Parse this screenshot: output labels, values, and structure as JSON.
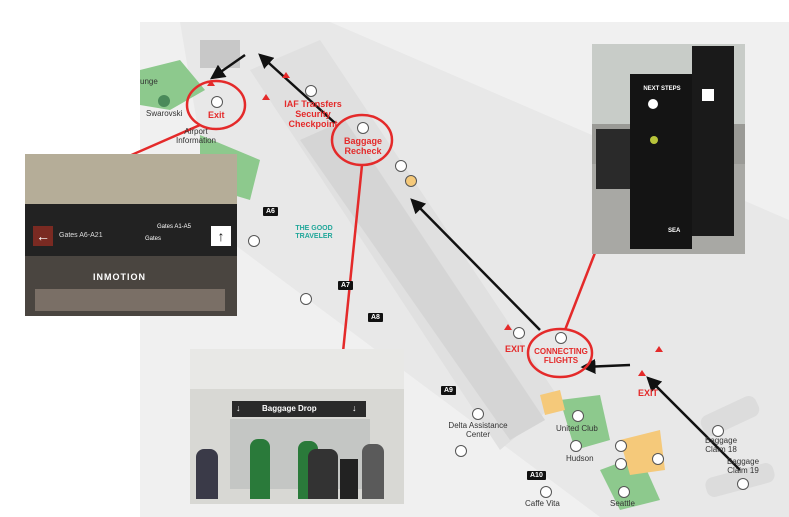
{
  "map": {
    "labels": {
      "lounge": "unge",
      "swarovski": "Swarovski",
      "airport_information": "Airport\nInformation",
      "exit_top": "Exit",
      "iaf_checkpoint": "IAF Transfers\nSecurity\nCheckpoint",
      "baggage_recheck": "Baggage\nRecheck",
      "good_traveler": "THE GOOD\nTRAVELER",
      "exit_mid": "EXIT",
      "connecting_flights": "CONNECTING\nFLIGHTS",
      "exit_right": "EXIT",
      "delta_assistance": "Delta Assistance\nCenter",
      "united_club": "United Club",
      "hudson": "Hudson",
      "baggage_claim_18": "Baggage\nClaim 18",
      "baggage_claim_19": "Baggage\nClaim 19",
      "caffe_vita": "Caffe Vita",
      "seattle": "Seattle"
    },
    "gates": [
      "A6",
      "A7",
      "A8",
      "A9",
      "A10"
    ]
  },
  "photos": {
    "gate_sign": {
      "gates_label": "Gates A6-A21",
      "gates_line1": "Gates A1-A5",
      "gates_line2": "Gates",
      "store_name": "INMOTION"
    },
    "next_steps_sign": {
      "title": "NEXT STEPS",
      "brand": "SEA"
    },
    "baggage_drop_sign": {
      "title": "Baggage Drop"
    }
  },
  "colors": {
    "map_floor": "#f0f0f0",
    "concourse": "#e4e4e4",
    "green_area": "#8dc98d",
    "accent_red": "#e42a2a",
    "arrow_black": "#111111"
  }
}
